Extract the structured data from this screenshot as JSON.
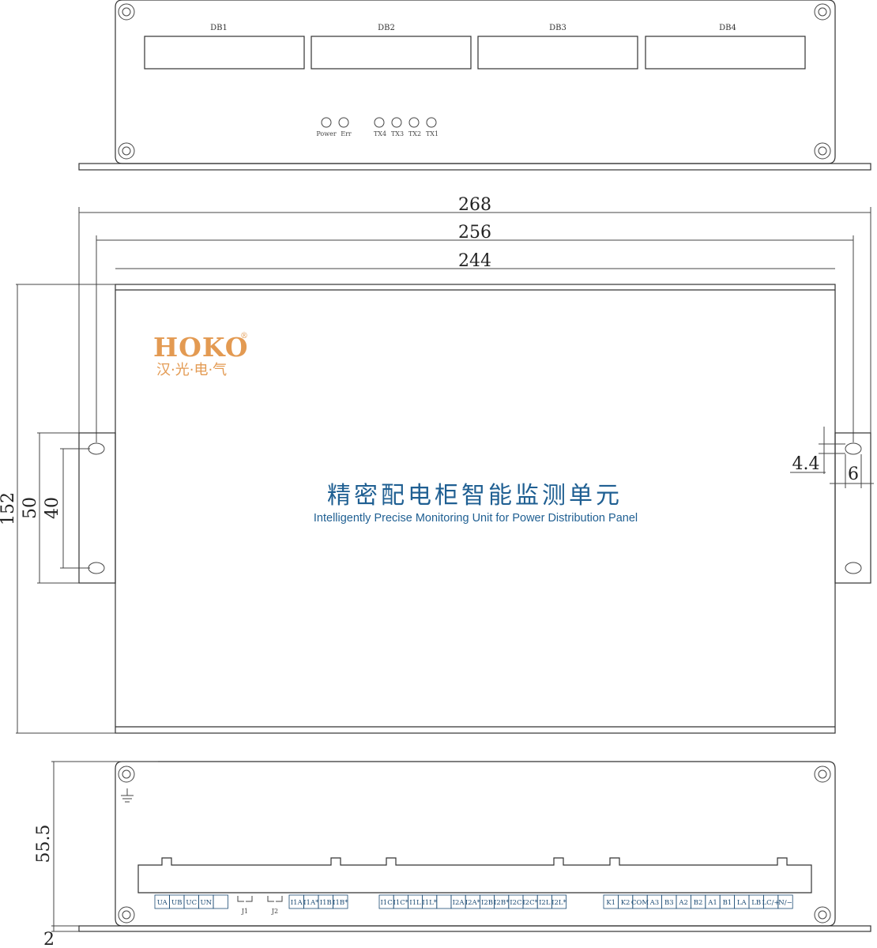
{
  "top_view": {
    "db_labels": [
      "DB1",
      "DB2",
      "DB3",
      "DB4"
    ],
    "led_labels": [
      "Power",
      "Err",
      "TX4",
      "TX3",
      "TX2",
      "TX1"
    ]
  },
  "front_view": {
    "dimensions": {
      "overall_width": "268",
      "hole_pitch": "256",
      "body_width": "244",
      "height": "152",
      "flange_height": "50",
      "hole_spacing": "40",
      "slot_offset": "4.4",
      "slot_width": "6"
    },
    "logo": {
      "brand": "HOKO",
      "registered": "®",
      "chinese": "汉·光·电·气"
    },
    "product_title_cn": "精密配电柜智能监测单元",
    "product_title_en": "Intelligently Precise Monitoring Unit for  Power Distribution Panel",
    "brand_color": "#e39a52",
    "title_color": "#1f5f92"
  },
  "bottom_view": {
    "dimensions": {
      "depth": "55.5",
      "flange": "2"
    },
    "terminal_group_1": [
      "UA",
      "UB",
      "UC",
      "UN",
      ""
    ],
    "jumpers": [
      "J1",
      "J2"
    ],
    "terminal_group_2": [
      "I1A",
      "I1A*",
      "I1B",
      "I1B*"
    ],
    "terminal_group_3": [
      "I1C",
      "I1C*",
      "I1L",
      "I1L*",
      "",
      "I2A",
      "I2A*",
      "I2B",
      "I2B*",
      "I2C",
      "I2C*",
      "I2L",
      "I2L*"
    ],
    "terminal_group_4": [
      "K1",
      "K2",
      "COM",
      "A3",
      "B3",
      "A2",
      "B2",
      "A1",
      "B1",
      "LA",
      "LB",
      "LC/+",
      "N/−"
    ],
    "ground_icon": "ground-icon"
  }
}
